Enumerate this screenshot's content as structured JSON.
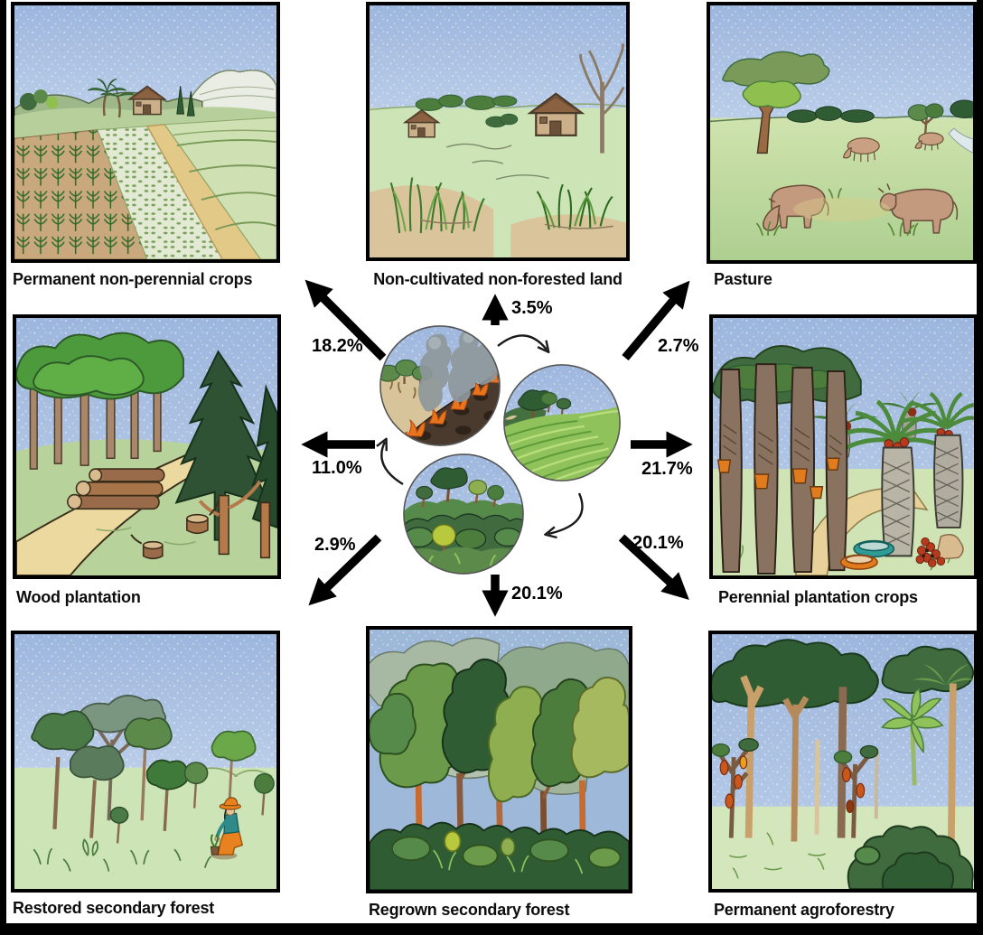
{
  "figure": {
    "type": "land-use transition cycle diagram",
    "background_color": "#ffffff",
    "border_color": "#000000",
    "arrow_color": "#000000",
    "label_color": "#0d0d0d"
  },
  "panels": [
    {
      "label": "Permanent non-perennial crops",
      "position": "top-left",
      "scene": "corn field and terraced rice paddies with farm hut and palms"
    },
    {
      "label": "Non-cultivated non-forested land",
      "position": "top-center",
      "scene": "open grassy land with two huts, tall grass clumps and a dead tree"
    },
    {
      "label": "Pasture",
      "position": "top-right",
      "scene": "brown cattle grazing on open pasture with scattered trees"
    },
    {
      "label": "Wood plantation",
      "position": "middle-left",
      "scene": "planted tree rows and conifers with stacked logs and stumps along a track"
    },
    {
      "label": "Perennial plantation crops",
      "position": "middle-right",
      "scene": "tapped rubber trees with collection buckets and oil palms with fruit bunches"
    },
    {
      "label": "Restored secondary forest",
      "position": "bottom-left",
      "scene": "young mixed trees with a person planting a seedling"
    },
    {
      "label": "Regrown secondary forest",
      "position": "bottom-center",
      "scene": "dense naturally regrown forest with layered canopies"
    },
    {
      "label": "Permanent agroforestry",
      "position": "bottom-right",
      "scene": "mixed tall trees with cacao pods and banana plants"
    }
  ],
  "transitions": [
    {
      "to": "Non-cultivated non-forested land",
      "value": "3.5%",
      "direction": "up"
    },
    {
      "to": "Permanent non-perennial crops",
      "value": "18.2%",
      "direction": "up-left"
    },
    {
      "to": "Pasture",
      "value": "2.7%",
      "direction": "up-right"
    },
    {
      "to": "Wood plantation",
      "value": "11.0%",
      "direction": "left"
    },
    {
      "to": "Perennial plantation crops",
      "value": "21.7%",
      "direction": "right"
    },
    {
      "to": "Restored secondary forest",
      "value": "2.9%",
      "direction": "down-left"
    },
    {
      "to": "Permanent agroforestry",
      "value": "20.1%",
      "direction": "down-right"
    },
    {
      "to": "Regrown secondary forest",
      "value": "20.1%",
      "direction": "down"
    }
  ],
  "cycle": {
    "stages": [
      {
        "name": "slash-and-burn clearing",
        "position": "top-left-circle"
      },
      {
        "name": "cultivated grassland",
        "position": "right-circle"
      },
      {
        "name": "fallow shrub regrowth",
        "position": "bottom-circle"
      }
    ]
  }
}
